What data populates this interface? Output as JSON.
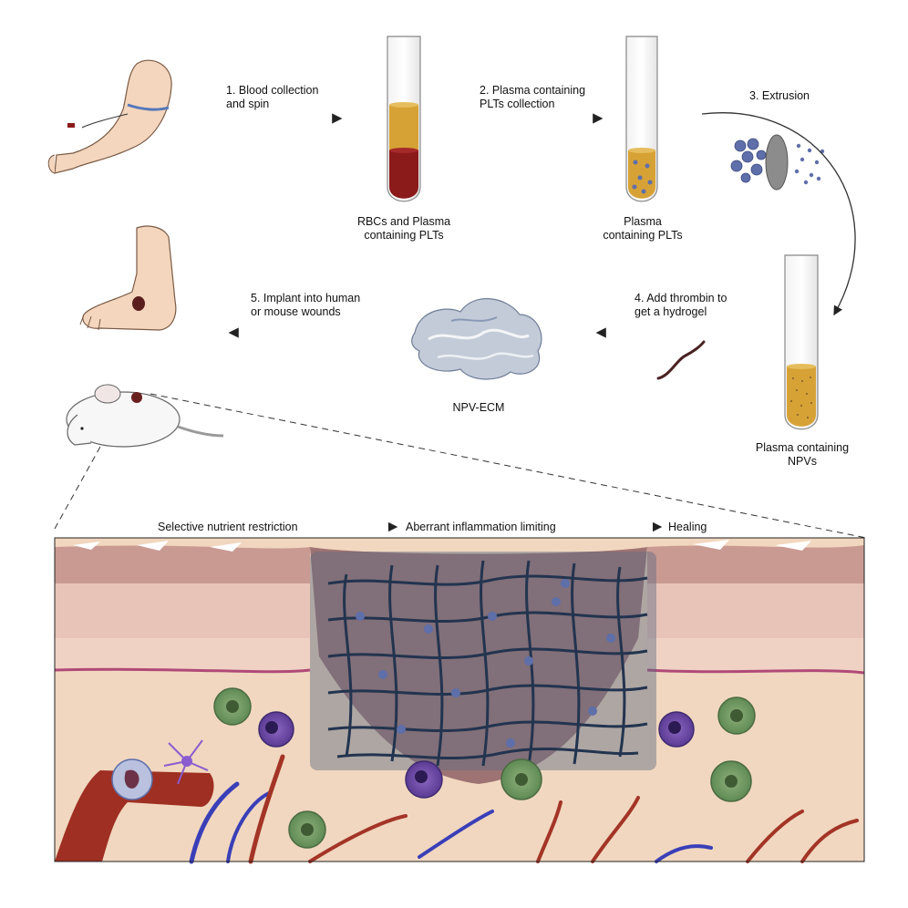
{
  "steps": {
    "s1": {
      "line1": "1. Blood collection",
      "line2": "and spin"
    },
    "s2": {
      "line1": "2. Plasma containing",
      "line2": "PLTs collection"
    },
    "s3": {
      "line1": "3. Extrusion"
    },
    "s4": {
      "line1": "4. Add thrombin to",
      "line2": "get a hydrogel"
    },
    "s5": {
      "line1": "5. Implant into human",
      "line2": "or mouse wounds"
    }
  },
  "tubes": {
    "t1": {
      "line1": "RBCs and Plasma",
      "line2": "containing PLTs"
    },
    "t2": {
      "line1": "Plasma",
      "line2": "containing PLTs"
    },
    "t3": {
      "line1": "Plasma containing",
      "line2": "NPVs"
    }
  },
  "hydrogel_label": "NPV-ECM",
  "wound_flow": [
    "Selective nutrient restriction",
    "Aberrant inflammation limiting",
    "Healing"
  ],
  "colors": {
    "plasma": "#d7a235",
    "blood": "#8b1a1a",
    "skin_epidermis": "#c99a92",
    "dermis": "#f1d7bf",
    "hydrogel_mesh": "#22344f",
    "vesicle": "#5e6faa"
  }
}
